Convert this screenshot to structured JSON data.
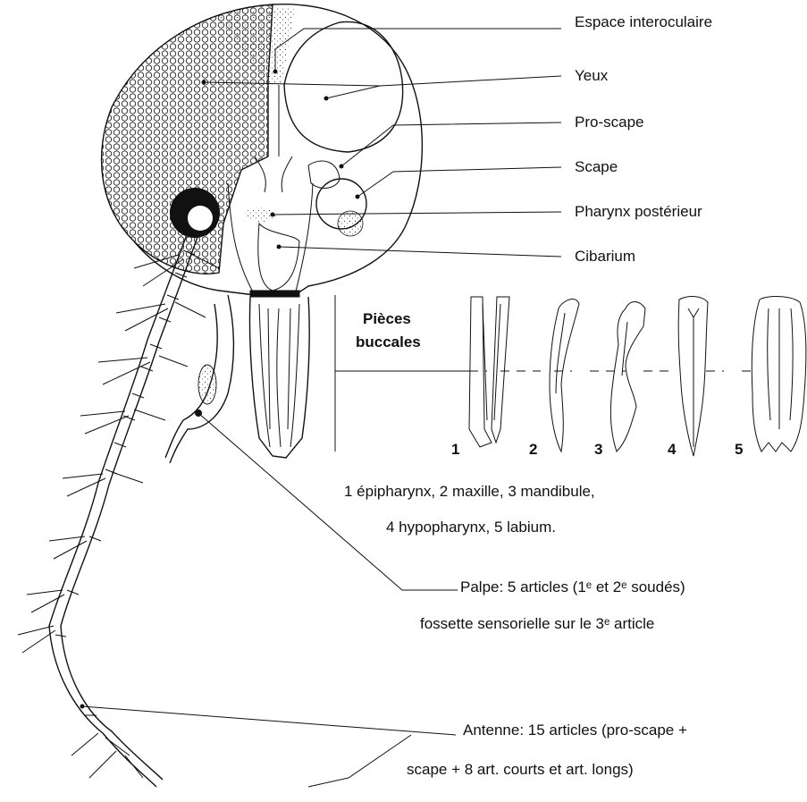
{
  "labels": {
    "espace_interoculaire": "Espace interoculaire",
    "yeux": "Yeux",
    "pro_scape": "Pro-scape",
    "scape": "Scape",
    "pharynx_posterieur": "Pharynx postérieur",
    "cibarium": "Cibarium"
  },
  "mouthparts": {
    "title_line1": "Pièces",
    "title_line2": "buccales",
    "numbers": [
      "1",
      "2",
      "3",
      "4",
      "5"
    ],
    "legend_line1": "1 épipharynx,  2 maxille,  3 mandibule,",
    "legend_line2": "4 hypopharynx,  5 labium."
  },
  "palpe": {
    "line1": "Palpe: 5 articles (1ᵉ et 2ᵉ soudés)",
    "line2": "fossette  sensorielle sur le 3ᵉ article"
  },
  "antenne": {
    "line1": "Antenne: 15 articles (pro-scape +",
    "line2": "scape + 8 art. courts et art. longs)"
  }
}
